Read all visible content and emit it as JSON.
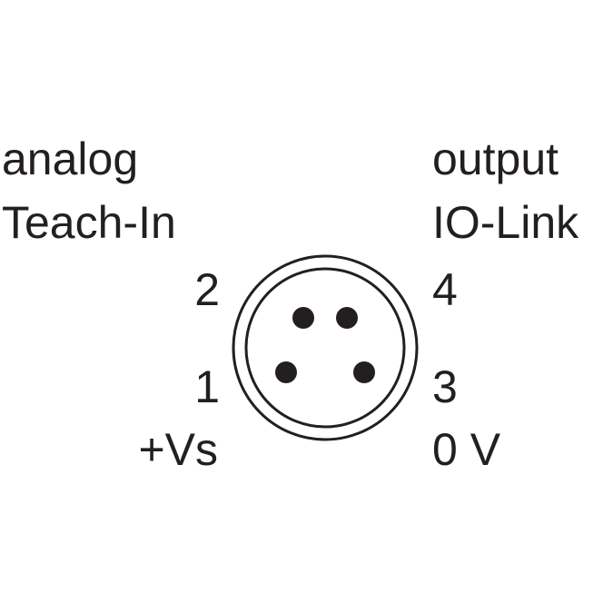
{
  "labels": {
    "top_left_1": "analog",
    "top_left_2": "Teach-In",
    "top_right_1": "output",
    "top_right_2": "IO-Link",
    "pin2": "2",
    "pin4": "4",
    "pin1": "1",
    "pin3": "3",
    "bottom_left": "+Vs",
    "bottom_right": "0 V"
  },
  "colors": {
    "ink": "#231f20",
    "background": "#ffffff"
  }
}
